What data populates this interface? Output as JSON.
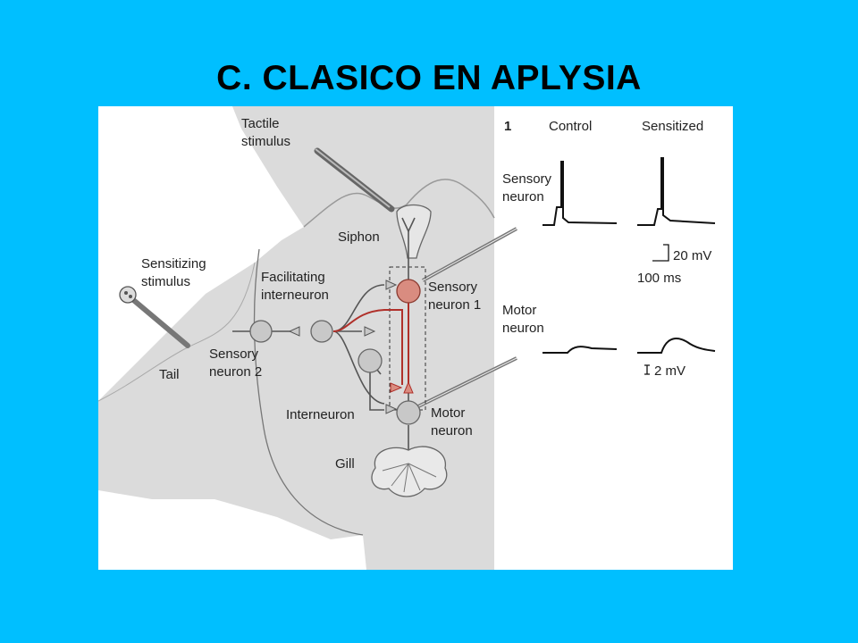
{
  "title": "C. CLASICO EN APLYSIA",
  "colors": {
    "background": "#00BFFF",
    "animal_body": "#DBDBDB",
    "panel_background": "#FFFFFF",
    "neuron_fill": "#C8C8C8",
    "facilitated_neuron_fill": "#D98C80",
    "facilitating_pathway": "#B0302A",
    "trace_color": "#111111"
  },
  "diagram": {
    "labels": {
      "tactile_stimulus": [
        "Tactile",
        "stimulus"
      ],
      "siphon": "Siphon",
      "sensitizing_stimulus": [
        "Sensitizing",
        "stimulus"
      ],
      "facilitating_interneuron": [
        "Facilitating",
        "interneuron"
      ],
      "sensory_neuron_1": [
        "Sensory",
        "neuron 1"
      ],
      "sensory_neuron_2": [
        "Sensory",
        "neuron 2"
      ],
      "tail": "Tail",
      "interneuron": "Interneuron",
      "motor_neuron": [
        "Motor",
        "neuron"
      ],
      "gill": "Gill"
    },
    "recordings": {
      "panel_number": "1",
      "col_control": "Control",
      "col_sensitized": "Sensitized",
      "row_sensory": [
        "Sensory",
        "neuron"
      ],
      "row_motor": [
        "Motor",
        "neuron"
      ],
      "scale_voltage_large": "20 mV",
      "scale_time": "100 ms",
      "scale_voltage_small": "2 mV"
    }
  }
}
